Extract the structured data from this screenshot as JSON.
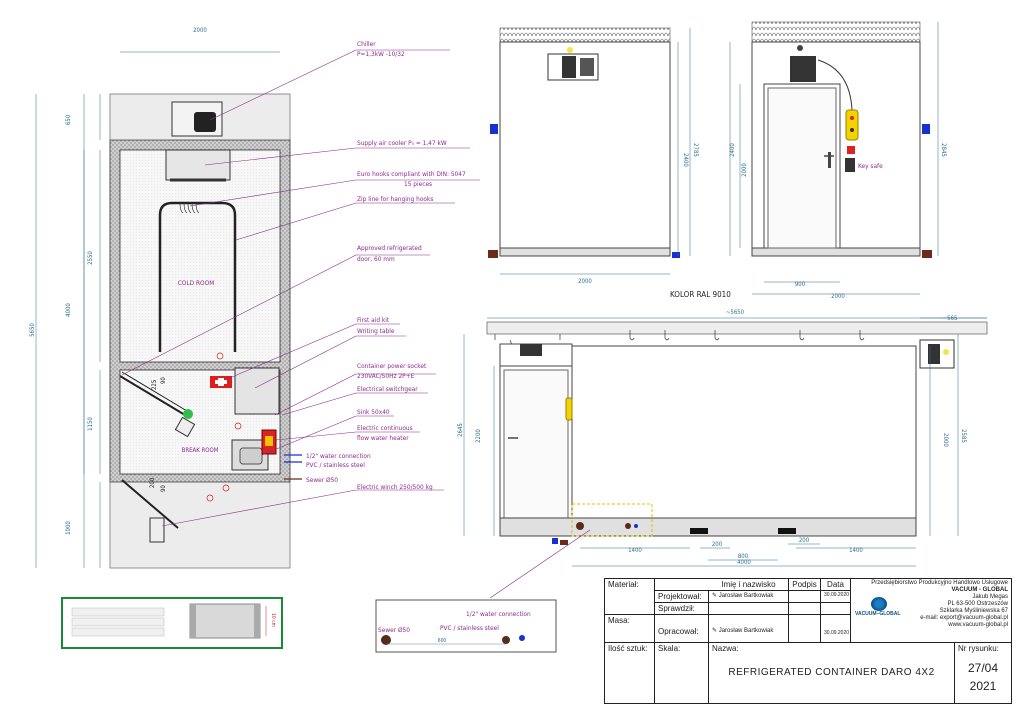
{
  "annotations": {
    "chiller": "Chiller",
    "chiller_spec": "P=1,3kW -10/32",
    "supply_air_cooler": "Supply air cooler P₀ = 1,47 kW",
    "euro_hooks": "Euro hooks compliant with DIN: 5047",
    "euro_hooks_qty": "15 pieces",
    "zip_line": "Zip line for hanging hooks",
    "approved_door": "Approved refrigerated",
    "approved_door_2": "door, 60 mm",
    "first_aid_kit": "First aid kit",
    "writing_table": "Writing table",
    "power_socket": "Container power socket",
    "power_socket_spec": "230VAC/50Hz 2P+E",
    "switchgear": "Electrical switchgear",
    "sink": "Sink 50x40",
    "water_heater": "Electric continuous",
    "water_heater_2": "flow water heater",
    "water_connection": "1/2\" water connection",
    "water_connection_2": "PVC / stainless steel",
    "sewer": "Sewer Ø50",
    "winch": "Electric winch 250/500 kg",
    "cold_room": "COLD ROOM",
    "break_room": "BREAK ROOM",
    "key_safe": "Key safe",
    "kolor": "KOLOR RAL 9010"
  },
  "dimensions": {
    "plan_width": "2000",
    "h_650": "650",
    "h_2550": "2550",
    "h_4000": "4000",
    "h_5650": "5650",
    "h_1150": "1150",
    "h_1000": "1000",
    "d_90a": "90",
    "d_225": "225",
    "d_90b": "90",
    "d_200": "200",
    "front_w": "2000",
    "front_h_2785": "2785",
    "front_h_2400": "2400",
    "side_h_2400": "2400",
    "side_h_2000": "2000",
    "side_h_2845": "2845",
    "side_900": "900",
    "side_2000": "2000",
    "long_5650": "~5650",
    "long_565": "~565",
    "long_2645": "2645",
    "long_2200": "2200",
    "long_2000": "2000",
    "long_2585": "2585",
    "long_1400a": "1400",
    "long_200a": "200",
    "long_800": "800",
    "long_200b": "200",
    "long_1400b": "1400",
    "long_4000": "4000",
    "detail_600": "600",
    "panel_10cm": "10 cm"
  },
  "detail": {
    "water": "1/2\" water connection",
    "pvc": "PVC / stainless steel",
    "sewer": "Sewer Ø50"
  },
  "title_block": {
    "material": "Materiał:",
    "mass": "Masa:",
    "qty": "Ilość sztuk:",
    "header_name": "Imię i nazwisko",
    "header_sign": "Podpis",
    "header_date": "Data",
    "designed": "Projektował:",
    "checked": "Sprawdził:",
    "developed": "Opracował:",
    "designer_name": "Jarosław Bartkowiak",
    "developer_name": "Jarosław Bartkowiak",
    "design_date": "30.09.2020",
    "develop_date": "30.09.2020",
    "scale": "Skala:",
    "name_label": "Nazwa:",
    "drawing_title": "REFRIGERATED CONTAINER DARO 4X2",
    "company_1": "Przedsiębiorstwo Produkcyjno Handlowo Usługowe",
    "company_2": "VACUUM - GLOBAL",
    "company_3": "Jakub Megas",
    "company_4": "PL 63-500 Ostrzeszów",
    "company_5": "Szklarka Myśliniewska 67",
    "company_6": "e-mail: export@vacuum-global.pl",
    "company_7": "www.vacuum-global.pl",
    "logo_text": "VACUUM–GLOBAL",
    "drawing_no_label": "Nr rysunku:",
    "drawing_no": "27/04",
    "year": "2021"
  },
  "colors": {
    "annotation": "#8b2a8b",
    "dimension": "#2e6e8e",
    "frame": "#1a8a3a"
  }
}
